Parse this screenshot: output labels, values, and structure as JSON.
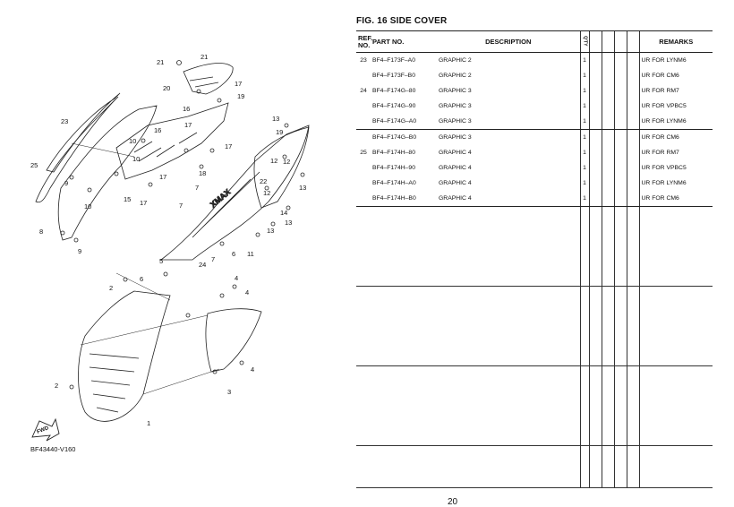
{
  "figure": {
    "title": "FIG. 16  SIDE COVER",
    "caption": "BF43440-V160",
    "page_number": "20"
  },
  "diagram": {
    "fwd_label": "FWD",
    "callouts": [
      "21",
      "21",
      "20",
      "17",
      "19",
      "16",
      "23",
      "10",
      "16",
      "17",
      "10",
      "17",
      "25",
      "9",
      "15",
      "10",
      "17",
      "18",
      "17",
      "12",
      "19",
      "13",
      "13",
      "22",
      "12",
      "7",
      "7",
      "12",
      "14",
      "13",
      "8",
      "9",
      "5",
      "24",
      "7",
      "6",
      "11",
      "13",
      "2",
      "6",
      "4",
      "4",
      "2",
      "4",
      "3",
      "1"
    ]
  },
  "table": {
    "headers": {
      "ref_line1": "REF.",
      "ref_line2": "NO.",
      "part_no": "PART NO.",
      "description": "DESCRIPTION",
      "qty": "Q'TY",
      "remarks": "REMARKS"
    },
    "rows": [
      {
        "ref": "23",
        "part_no": "BF4–F173F–A0",
        "description": "GRAPHIC 2",
        "qty": "1",
        "remarks": "UR FOR LYNM6"
      },
      {
        "ref": "",
        "part_no": "BF4–F173F–B0",
        "description": "GRAPHIC 2",
        "qty": "1",
        "remarks": "UR FOR CM6"
      },
      {
        "ref": "24",
        "part_no": "BF4–F174G–80",
        "description": "GRAPHIC 3",
        "qty": "1",
        "remarks": "UR FOR RM7"
      },
      {
        "ref": "",
        "part_no": "BF4–F174G–90",
        "description": "GRAPHIC 3",
        "qty": "1",
        "remarks": "UR FOR VPBC5"
      },
      {
        "ref": "",
        "part_no": "BF4–F174G–A0",
        "description": "GRAPHIC 3",
        "qty": "1",
        "remarks": "UR FOR LYNM6"
      },
      {
        "ref": "",
        "part_no": "BF4–F174G–B0",
        "description": "GRAPHIC 3",
        "qty": "1",
        "remarks": "UR FOR CM6"
      },
      {
        "ref": "25",
        "part_no": "BF4–F174H–80",
        "description": "GRAPHIC 4",
        "qty": "1",
        "remarks": "UR FOR RM7"
      },
      {
        "ref": "",
        "part_no": "BF4–F174H–90",
        "description": "GRAPHIC 4",
        "qty": "1",
        "remarks": "UR FOR VPBC5"
      },
      {
        "ref": "",
        "part_no": "BF4–F174H–A0",
        "description": "GRAPHIC 4",
        "qty": "1",
        "remarks": "UR FOR LYNM6"
      },
      {
        "ref": "",
        "part_no": "BF4–F174H–B0",
        "description": "GRAPHIC 4",
        "qty": "1",
        "remarks": "UR FOR CM6"
      }
    ]
  }
}
